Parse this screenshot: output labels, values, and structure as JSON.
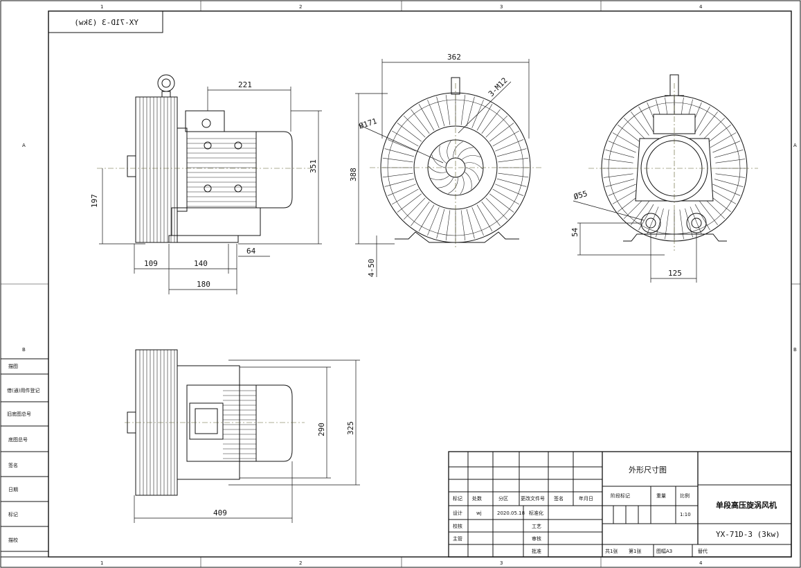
{
  "drawing": {
    "top_label": "YX-71D-3 (3kw)",
    "zone_numbers_top": [
      "1",
      "2",
      "3",
      "4"
    ],
    "zone_numbers_bottom": [
      "1",
      "2",
      "3",
      "4"
    ],
    "zone_letters_left": [
      "A",
      "B"
    ],
    "zone_letters_right": [
      "A",
      "B"
    ]
  },
  "left_form": {
    "rows": [
      "借(通)用件登记",
      "旧底图总号",
      "底图总号",
      "签名",
      "日期",
      "标记"
    ],
    "top": "描图",
    "top2": "描校"
  },
  "dimensions": {
    "side": {
      "d221": "221",
      "d351": "351",
      "d197": "197",
      "d109": "109",
      "d140": "140",
      "d64": "64",
      "d180": "180"
    },
    "front": {
      "d362": "362",
      "dm12": "3-M12",
      "d171": "Ø171",
      "d388": "388",
      "d450": "4-50"
    },
    "rear": {
      "d55": "Ø55",
      "d54": "54",
      "d125": "125"
    },
    "bottom": {
      "d290": "290",
      "d325": "325",
      "d409": "409"
    }
  },
  "title_block": {
    "drawing_title": "外形尺寸图",
    "product_name": "单段高压旋涡风机",
    "model": "YX-71D-3 (3kw)",
    "col_mark": "标记",
    "col_qty": "处数",
    "col_zone": "分区",
    "col_docno": "更改文件号",
    "col_sign": "签名",
    "col_date": "年月日",
    "row_design": "设计",
    "row_check": "校核",
    "row_supervisor": "主管",
    "design_sign": "wj",
    "design_date": "2020.05.18",
    "std": "标准化",
    "process": "工艺",
    "review": "审核",
    "approve": "批准",
    "stage_mark": "阶段标记",
    "weight": "重量",
    "scale": "比例",
    "scale_value": "1:10",
    "sheets": "共1张",
    "sheet_no": "第1张",
    "format": "图幅A3",
    "replace": "替代"
  }
}
